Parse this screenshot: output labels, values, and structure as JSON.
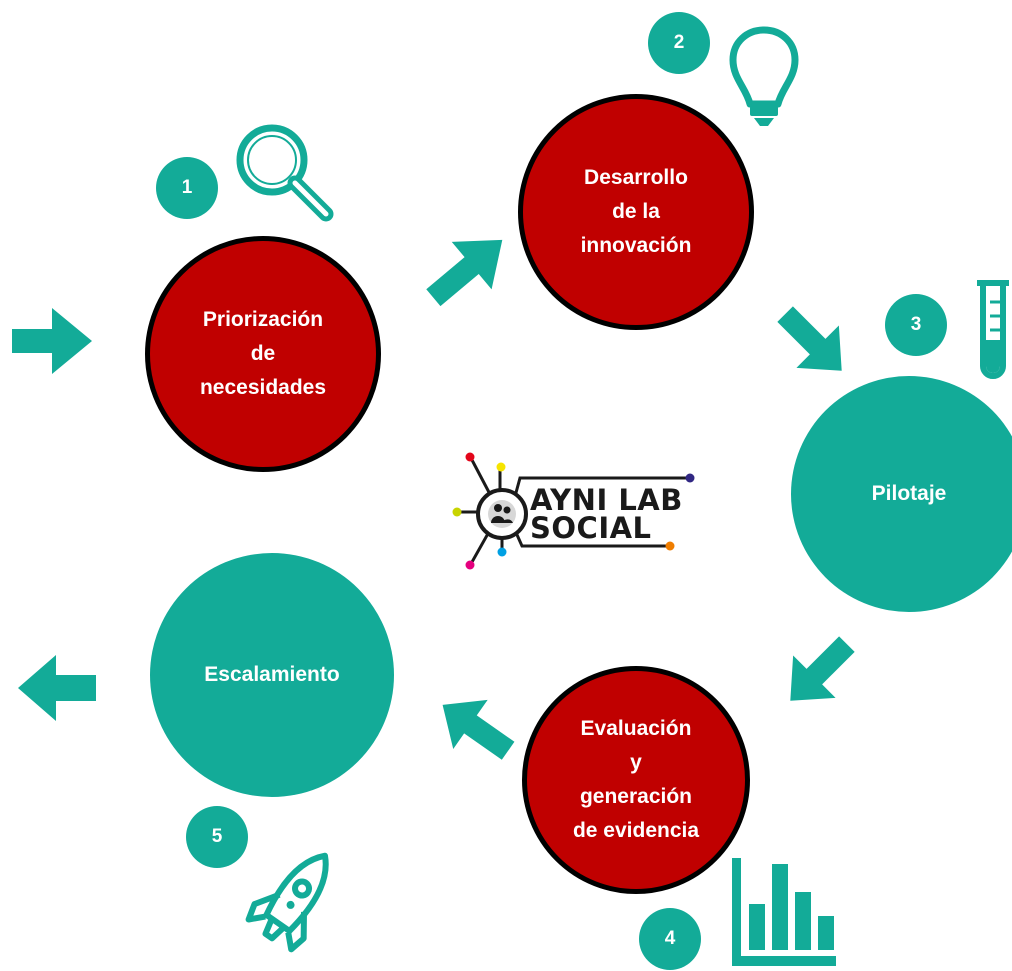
{
  "diagram": {
    "stages": [
      {
        "number": "1",
        "label": "Priorización\nde\nnecesidades",
        "color": "#c00000",
        "icon": "magnifier-icon"
      },
      {
        "number": "2",
        "label": "Desarrollo\nde la\ninnovación",
        "color": "#c00000",
        "icon": "lightbulb-icon"
      },
      {
        "number": "3",
        "label": "Pilotaje",
        "color": "#13ab98",
        "icon": "test-tube-icon"
      },
      {
        "number": "4",
        "label": "Evaluación\ny\ngeneración\nde evidencia",
        "color": "#c00000",
        "icon": "bar-chart-icon"
      },
      {
        "number": "5",
        "label": "Escalamiento",
        "color": "#13ab98",
        "icon": "rocket-icon"
      }
    ],
    "logo": {
      "line1": "AYNI LAB",
      "line2": "SOCIAL"
    },
    "colors": {
      "teal": "#13ab98",
      "red": "#c00000",
      "outline": "#000000"
    }
  }
}
